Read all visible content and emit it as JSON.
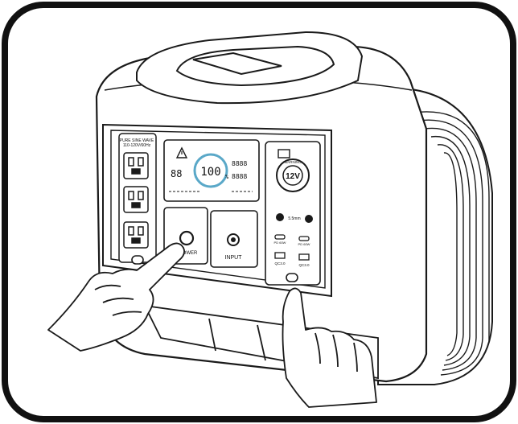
{
  "labels": {
    "lcd_percent": "100",
    "percent_sign": "%",
    "power_button": "POWER",
    "input_port": "INPUT",
    "car_outlet_voltage": "12V",
    "car_outlet_ring": "WARNING",
    "ac_rating_line1": "PURE SINE WAVE",
    "ac_rating_line2": "110-120V/60Hz",
    "dc_rating": "5.5mm",
    "usb_a_left": "QC3.0",
    "usb_a_right": "QC3.0",
    "usb_c_left": "PD 60W",
    "usb_c_right": "PD 60W"
  },
  "colors": {
    "line": "#1a1a1a",
    "accent_ring": "#5aa8c8",
    "frame": "#111111",
    "background": "#ffffff"
  },
  "icons": [
    "warning-icon",
    "hand-icon",
    "power-button-icon",
    "ac-outlet-icon",
    "usb-port-icon"
  ]
}
